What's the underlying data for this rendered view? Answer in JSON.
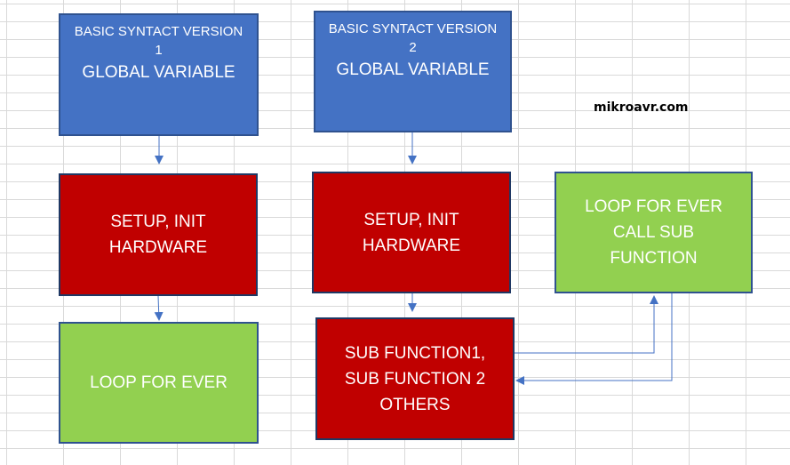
{
  "diagram": {
    "version1": {
      "title_lines": [
        "BASIC SYNTACT VERSION",
        "1"
      ],
      "subtitle": "GLOBAL VARIABLE",
      "setup_lines": [
        "SETUP, INIT",
        "HARDWARE"
      ],
      "loop_label": "LOOP FOR EVER"
    },
    "version2": {
      "title_lines": [
        "BASIC SYNTACT VERSION",
        "2"
      ],
      "subtitle": "GLOBAL VARIABLE",
      "setup_lines": [
        "SETUP, INIT",
        "HARDWARE"
      ],
      "sub_lines": [
        "SUB FUNCTION1,",
        "SUB FUNCTION 2",
        "OTHERS"
      ],
      "loop_lines": [
        "LOOP FOR EVER",
        "CALL SUB",
        "FUNCTION"
      ]
    },
    "watermark": "mikroavr.com"
  },
  "colors": {
    "blue": "#4472c4",
    "red": "#c00000",
    "green": "#92d050",
    "arrow": "#4472c4"
  }
}
